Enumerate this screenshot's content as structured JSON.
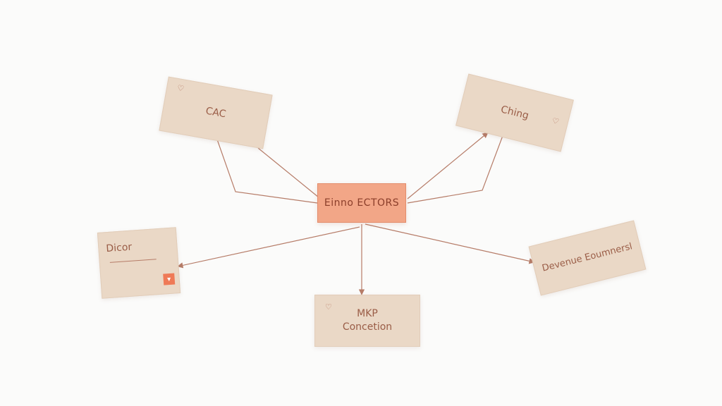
{
  "diagram": {
    "center": {
      "label": "Einno ECTORS"
    },
    "nodes": [
      {
        "id": "cac",
        "label": "CAC",
        "icon": "heart-doodle-icon"
      },
      {
        "id": "ching",
        "label": "Ching",
        "icon": "heart-doodle-icon"
      },
      {
        "id": "dicor",
        "label": "Dicor",
        "icon": "alert-icon"
      },
      {
        "id": "mkp",
        "label": "MKP\nConcetion",
        "icon": "heart-doodle-icon"
      },
      {
        "id": "devenue",
        "label": "Devenue Eoumnersl"
      }
    ],
    "colors": {
      "card": "#ead8c6",
      "center": "#f2a687",
      "line": "#b67c68",
      "accent": "#ef7a57"
    }
  }
}
